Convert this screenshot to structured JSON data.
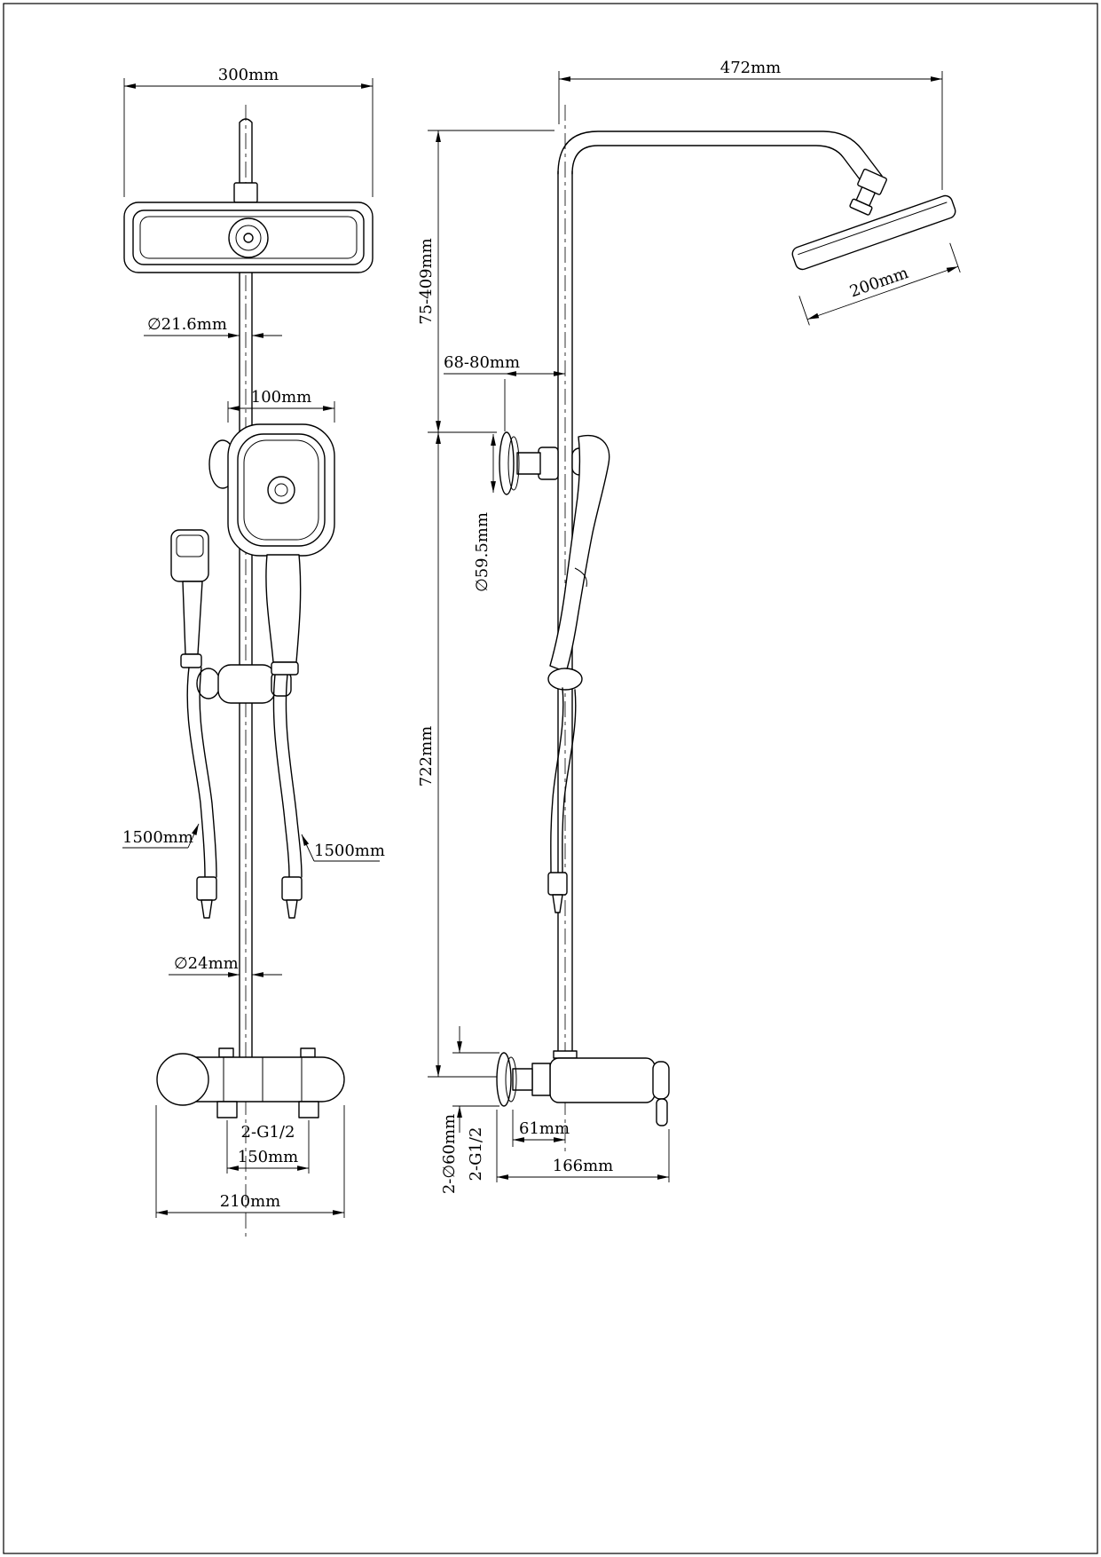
{
  "colors": {
    "ink": "#000000",
    "paper": "#ffffff"
  },
  "drawing": {
    "front": {
      "head_width": "300mm",
      "pipe_diameter": "∅21.6mm",
      "handshower_width": "100mm",
      "hose_left_length": "1500mm",
      "hose_right_length": "1500mm",
      "column_diameter": "∅24mm",
      "outlet_thread": "2-G1/2",
      "inlet_spacing": "150mm",
      "mixer_width": "210mm"
    },
    "side": {
      "arm_reach": "472mm",
      "head_depth": "200mm",
      "top_adjust_range": "75-409mm",
      "bracket_offset": "68-80mm",
      "bracket_diameter": "∅59.5mm",
      "column_height": "722mm",
      "flange_diameter": "2-∅60mm",
      "inlet_thread": "2-G1/2",
      "valve_offset": "61mm",
      "mixer_depth": "166mm"
    }
  }
}
